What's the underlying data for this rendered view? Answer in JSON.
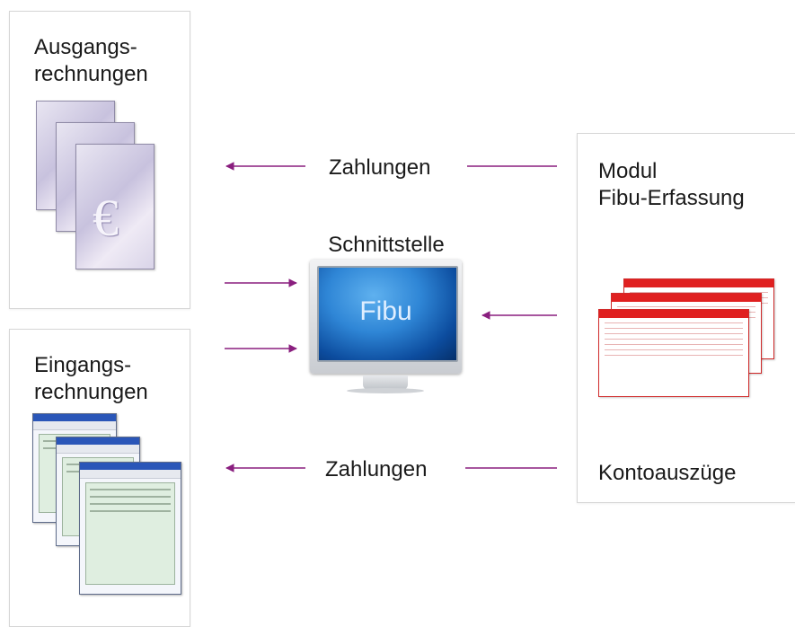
{
  "nodes": {
    "ausgang": "Ausgangs-\nrechnungen",
    "eingang": "Eingangs-\nrechnungen",
    "modul": "Modul\nFibu-Erfassung",
    "konto": "Kontoauszüge",
    "schnittstelle": "Schnittstelle",
    "fibu": "Fibu"
  },
  "edges": {
    "zahlungen_top": "Zahlungen",
    "zahlungen_bottom": "Zahlungen"
  },
  "colors": {
    "arrow": "#8a1f7f",
    "box_border": "#d6d6d6"
  },
  "icons": {
    "ausgang": "euro-document-stack-icon",
    "eingang": "spreadsheet-window-stack-icon",
    "modul": "bank-statement-stack-icon",
    "schnittstelle": "monitor-icon"
  }
}
